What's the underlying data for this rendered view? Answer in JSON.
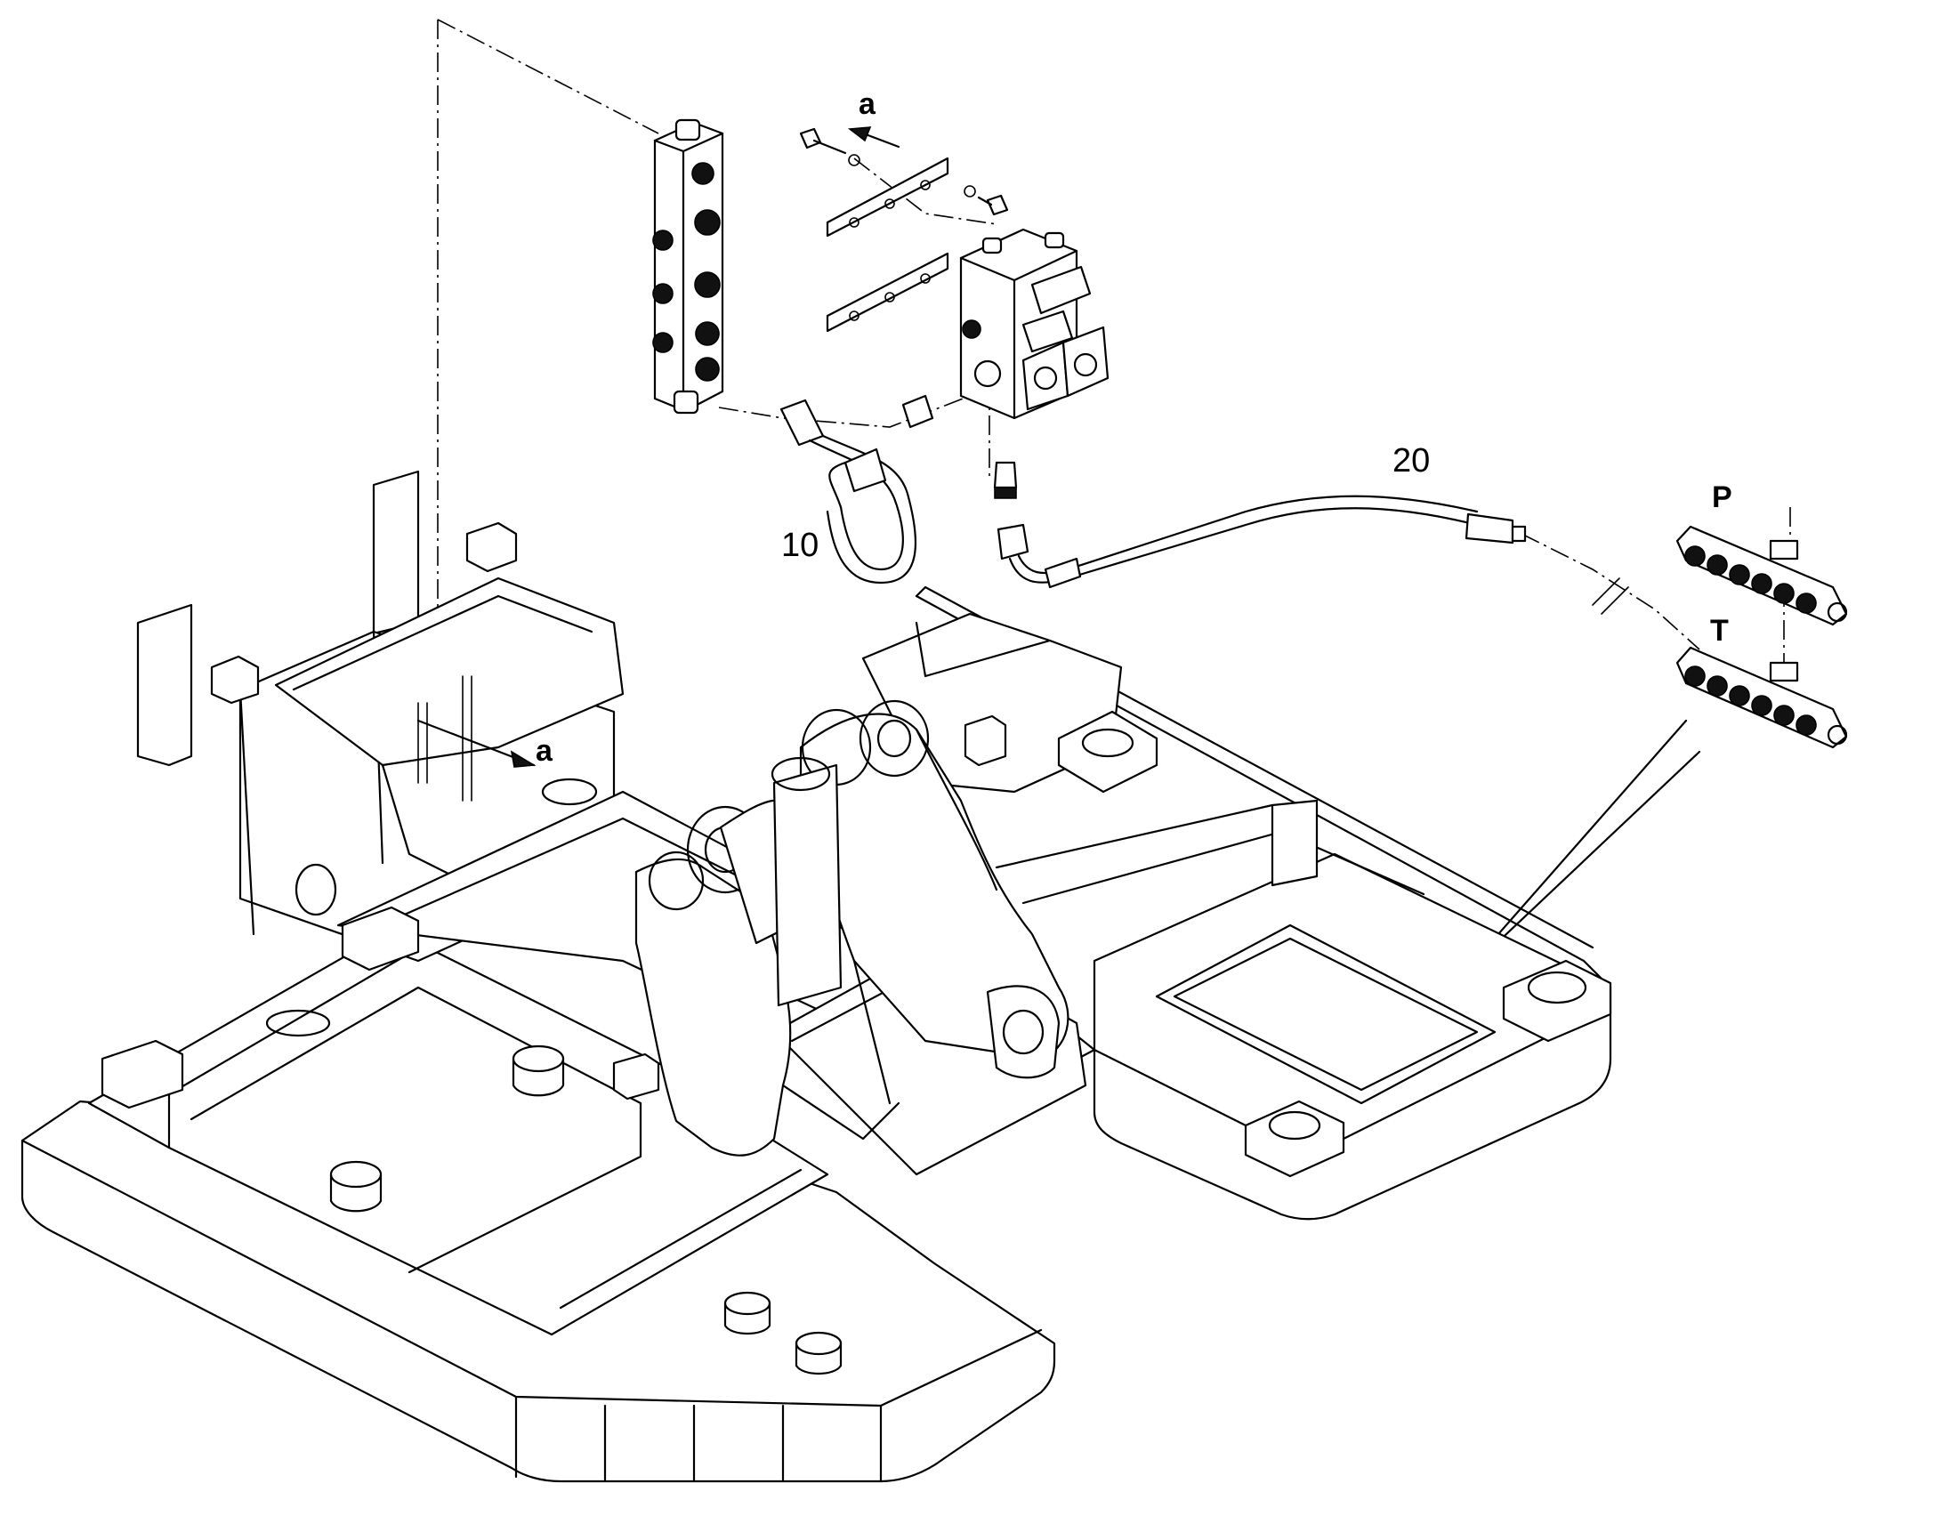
{
  "labels": {
    "part_10": "10",
    "part_20": "20",
    "port_p": "P",
    "port_t": "T",
    "view_a_top": "a",
    "view_a_frame": "a"
  },
  "colors": {
    "line": "#000000",
    "background": "#ffffff"
  },
  "icons": {
    "valve_block": "solenoid-valve-block-icon",
    "distributor_block": "distributor-block-icon",
    "manifold_p": "manifold-p-icon",
    "manifold_t": "manifold-t-icon"
  }
}
